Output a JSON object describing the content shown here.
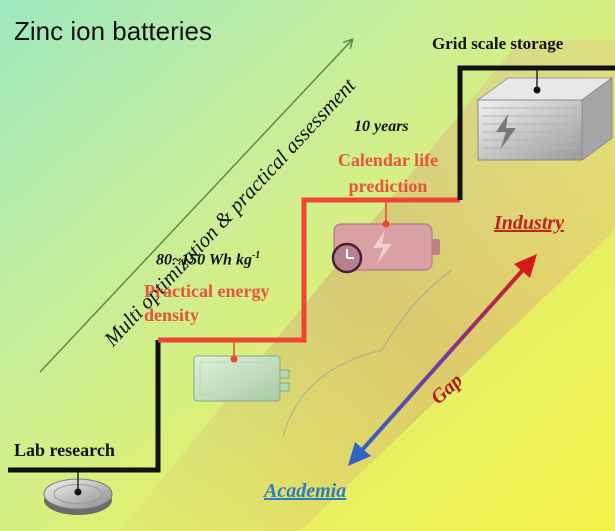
{
  "title": "Zinc ion batteries",
  "arrow_caption": "Multi optimization & practical assessment",
  "stages": {
    "lab": {
      "label": "Lab research"
    },
    "energy": {
      "value": "80~150 Wh kg",
      "value_sup": "-1",
      "label": "Practical energy density"
    },
    "calendar": {
      "value": "10 years",
      "label": "Calendar life prediction"
    },
    "grid": {
      "label": "Grid scale storage"
    }
  },
  "gap": {
    "label": "Gap",
    "industry": "Industry",
    "academia": "Academia"
  },
  "colors": {
    "stair_black": "#111111",
    "stair_red": "#ee4433",
    "label_red": "#e8543a",
    "industry": "#c42020",
    "academia": "#2a7ec0",
    "gap": "#b01818",
    "caption_arrow": "#4f8a3a"
  }
}
